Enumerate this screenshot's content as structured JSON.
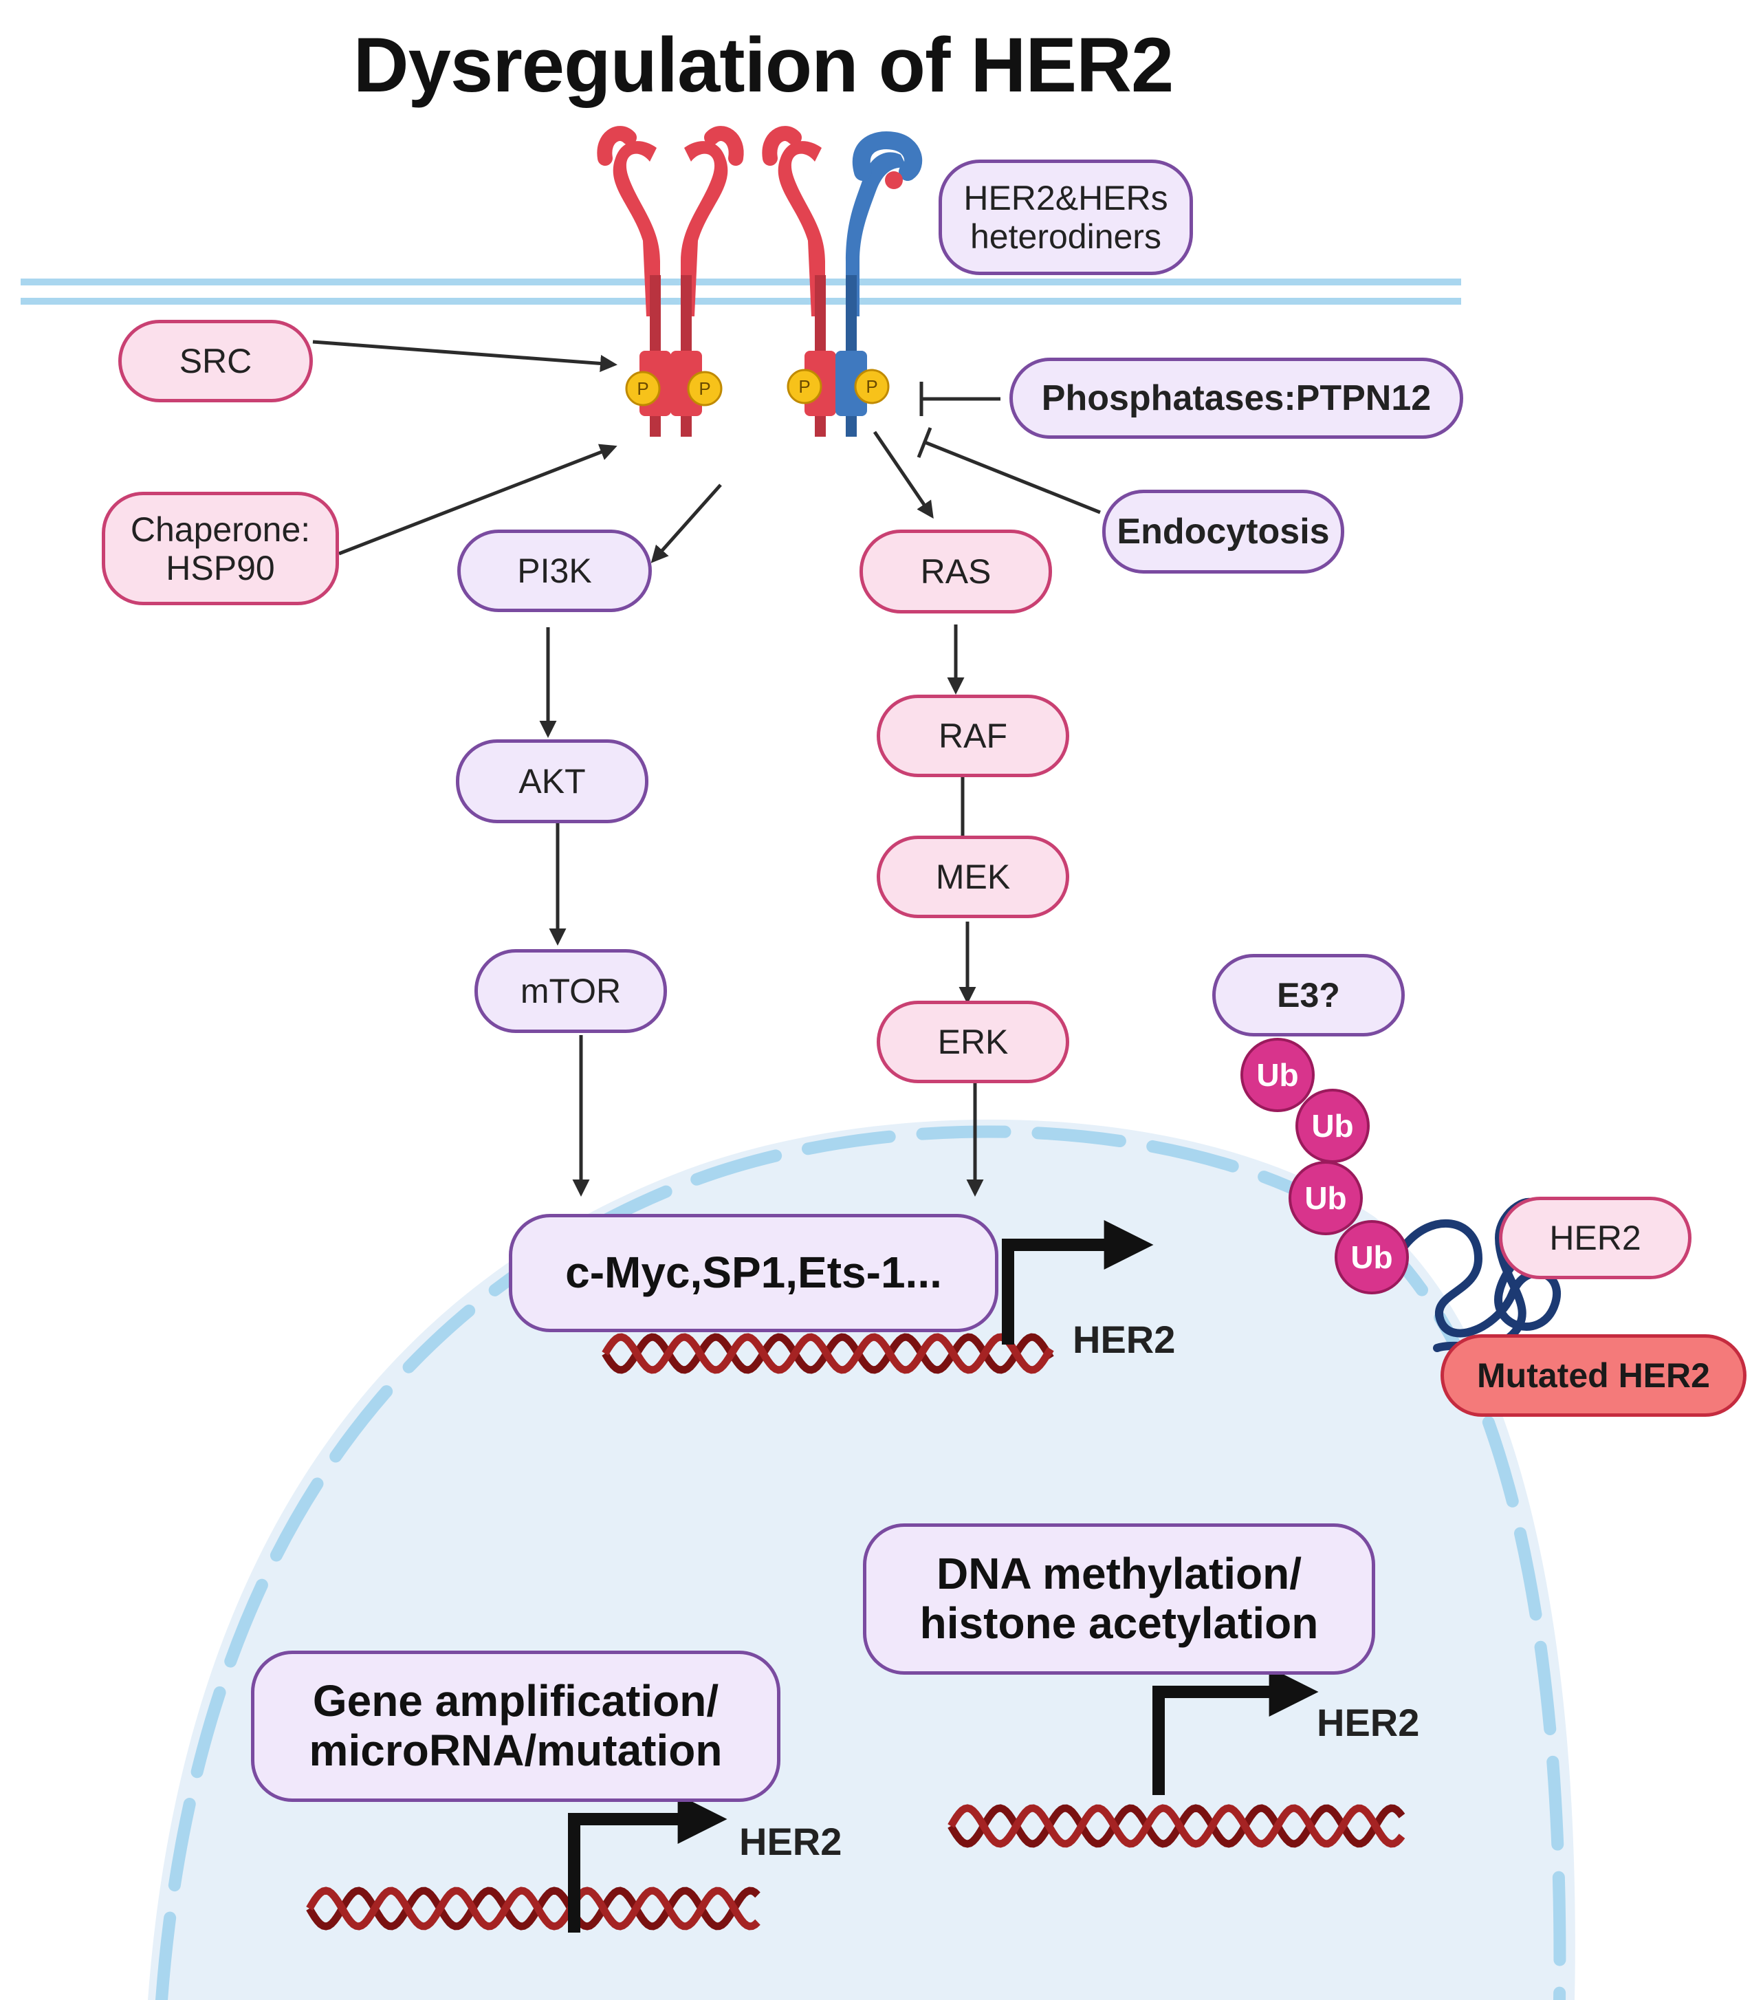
{
  "title": "Dysregulation of HER2",
  "nodes": {
    "her_dimers": "HER2&HERs\nheterodiners",
    "src": "SRC",
    "chaperone": "Chaperone:\nHSP90",
    "phosphatases": "Phosphatases:PTPN12",
    "endocytosis": "Endocytosis",
    "pi3k": "PI3K",
    "akt": "AKT",
    "mtor": "mTOR",
    "ras": "RAS",
    "raf": "RAF",
    "mek": "MEK",
    "erk": "ERK",
    "e3": "E3?",
    "her2_protein": "HER2",
    "mutated_her2": "Mutated HER2",
    "transcription_factors": "c-Myc,SP1,Ets-1...",
    "dna_methylation": "DNA methylation/\nhistone acetylation",
    "gene_amplification": "Gene amplification/\nmicroRNA/mutation"
  },
  "gene_labels": {
    "tf_gene": "HER2",
    "methylation_gene": "HER2",
    "amplification_gene": "HER2"
  },
  "phospho_label": "P",
  "ubiquitin_label": "Ub",
  "colors": {
    "membrane": "#a9d6ef",
    "nucleus_fill": "#e6f0f9",
    "receptor_red": "#e24350",
    "receptor_blue": "#3f79bf",
    "phospho_yellow": "#f7c21a",
    "ubiquitin": "#d8348c",
    "dna": "#8b1a1a",
    "arrow": "#2b2b2b"
  }
}
